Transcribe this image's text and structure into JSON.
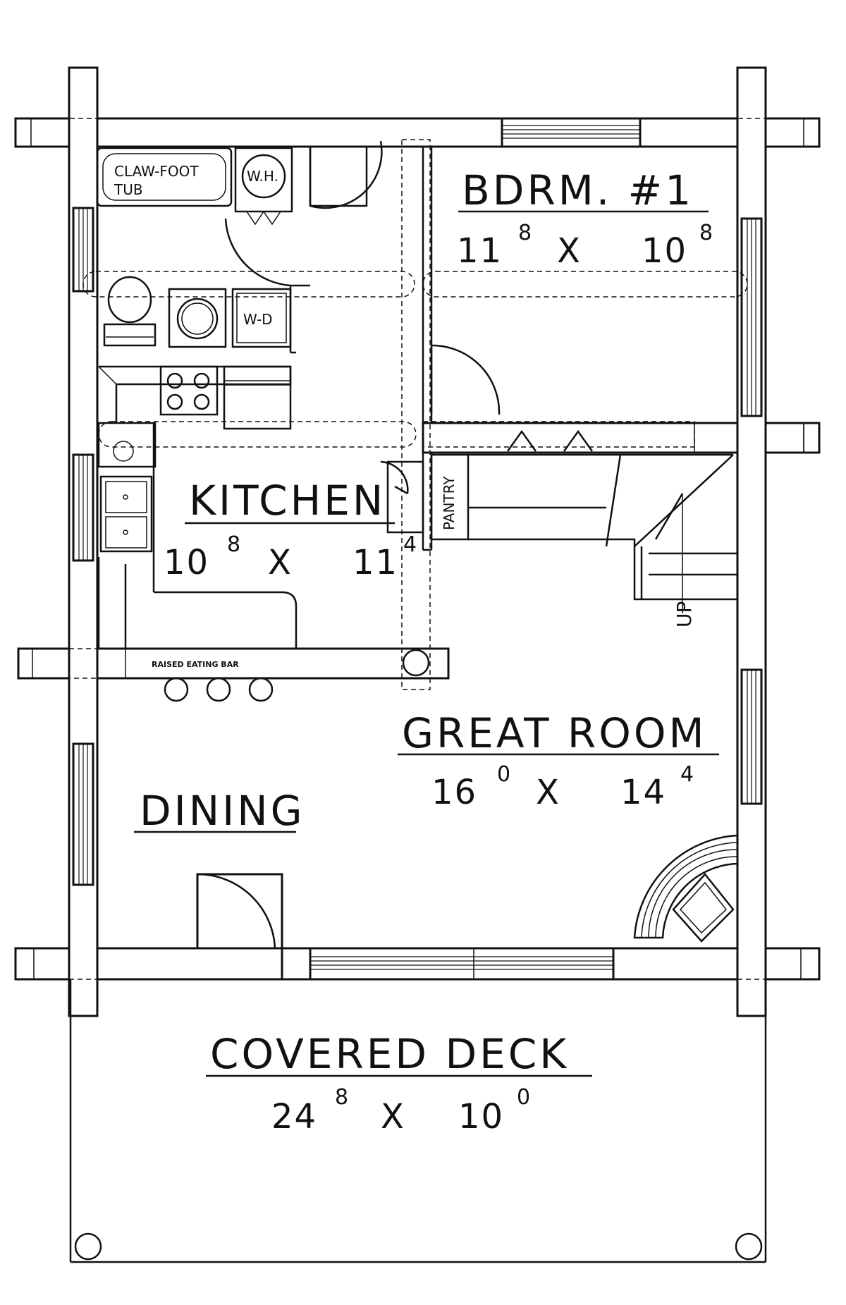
{
  "rooms": {
    "bedroom": {
      "label": "BDRM. #1",
      "w": "11",
      "w_in": "8",
      "x": "X",
      "d": "10",
      "d_in": "8"
    },
    "kitchen": {
      "label": "KITCHEN",
      "w": "10",
      "w_in": "8",
      "x": "X",
      "d": "11",
      "d_in": "4"
    },
    "great_room": {
      "label": "GREAT ROOM",
      "w": "16",
      "w_in": "0",
      "x": "X",
      "d": "14",
      "d_in": "4"
    },
    "dining": {
      "label": "DINING"
    },
    "deck": {
      "label": "COVERED DECK",
      "w": "24",
      "w_in": "8",
      "x": "X",
      "d": "10",
      "d_in": "0"
    }
  },
  "fixtures": {
    "tub_line1": "CLAW-FOOT",
    "tub_line2": "TUB",
    "water_heater": "W.H.",
    "washer_dryer": "W-D",
    "pantry": "PANTRY",
    "eating_bar": "RAISED EATING BAR",
    "stairs_up": "UP"
  }
}
